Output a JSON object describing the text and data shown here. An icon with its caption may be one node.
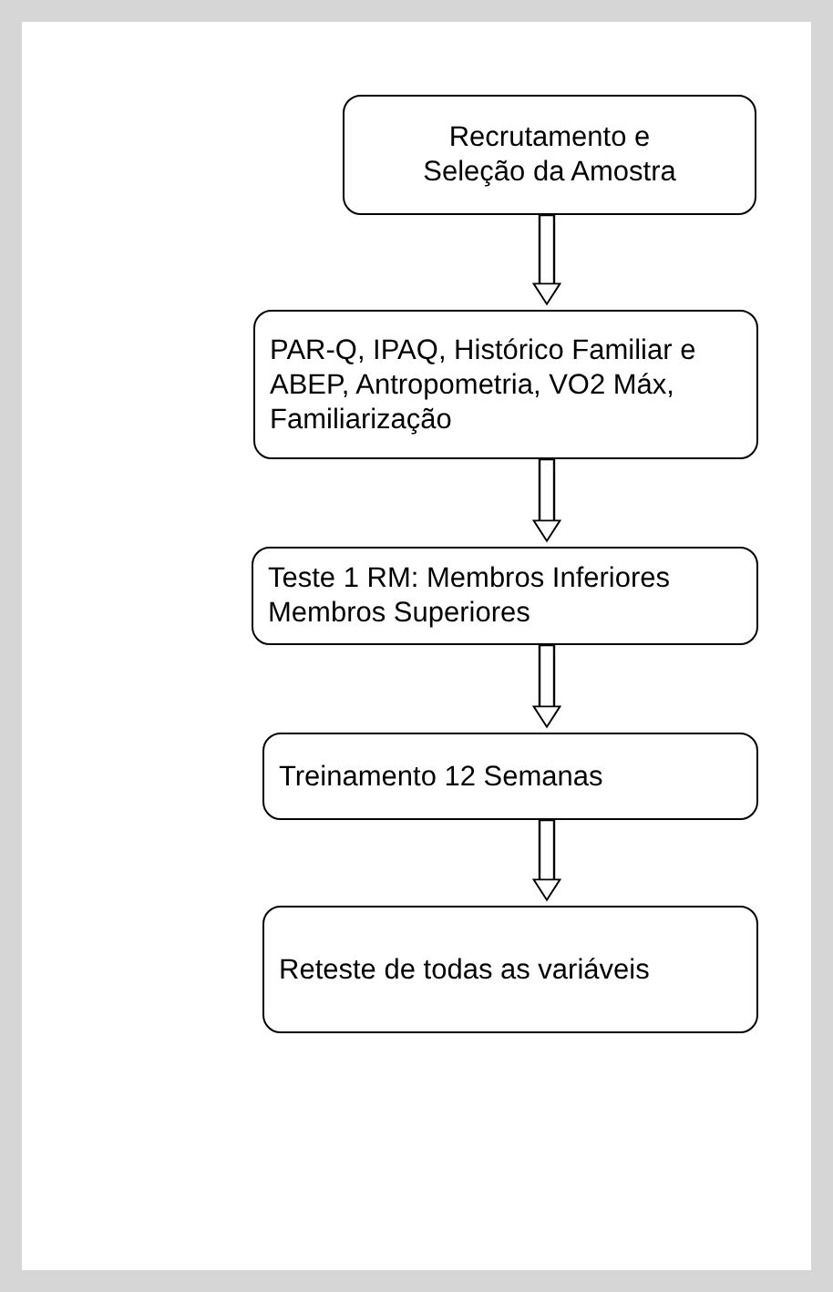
{
  "diagram": {
    "nodes": [
      {
        "text": [
          "Recrutamento e Seleção da Amostra"
        ]
      },
      {
        "text": [
          "PAR-Q, IPAQ, Histórico Familiar e ABEP, Antropometria, VO2 Máx, Familiarização"
        ]
      },
      {
        "text": [
          "Teste 1 RM: Membros Inferiores Membros Superiores"
        ]
      },
      {
        "text": [
          "Treinamento 12 Semanas"
        ]
      },
      {
        "text": [
          "Reteste de todas as variáveis"
        ]
      }
    ],
    "edges": [
      {
        "from": 0,
        "to": 1,
        "arrow": "to"
      },
      {
        "from": 1,
        "to": 2,
        "arrow": "to"
      },
      {
        "from": 2,
        "to": 3,
        "arrow": "to"
      },
      {
        "from": 3,
        "to": 4,
        "arrow": "to"
      }
    ]
  }
}
